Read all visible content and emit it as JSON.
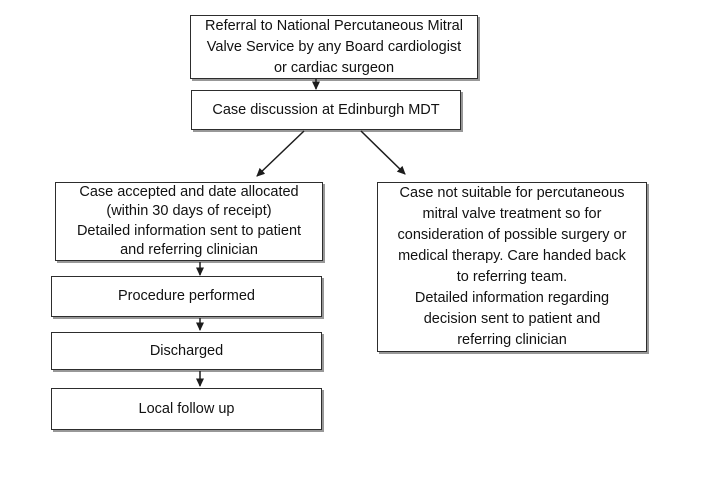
{
  "canvas": {
    "background": "#ffffff",
    "box_border_color": "#2d2d2d",
    "box_shadow_color": "#989898",
    "text_color": "#111111",
    "arrow_color": "#1c1c1c"
  },
  "flowchart": {
    "nodes": {
      "referral": {
        "text": "Referral to National Percutaneous Mitral\nValve Service by any Board cardiologist\nor cardiac surgeon"
      },
      "mdt": {
        "text": "Case discussion at Edinburgh MDT"
      },
      "accepted": {
        "text": "Case accepted and date allocated\n(within 30 days of receipt)\nDetailed information sent to patient\nand referring clinician"
      },
      "procedure": {
        "text": "Procedure performed"
      },
      "discharged": {
        "text": "Discharged"
      },
      "followup": {
        "text": "Local follow up"
      },
      "not_suitable": {
        "text": "Case not suitable for percutaneous\nmitral valve treatment so for\nconsideration of possible surgery or\nmedical therapy. Care handed back\nto referring team.\nDetailed information regarding\ndecision sent to patient and\nreferring clinician"
      }
    }
  }
}
